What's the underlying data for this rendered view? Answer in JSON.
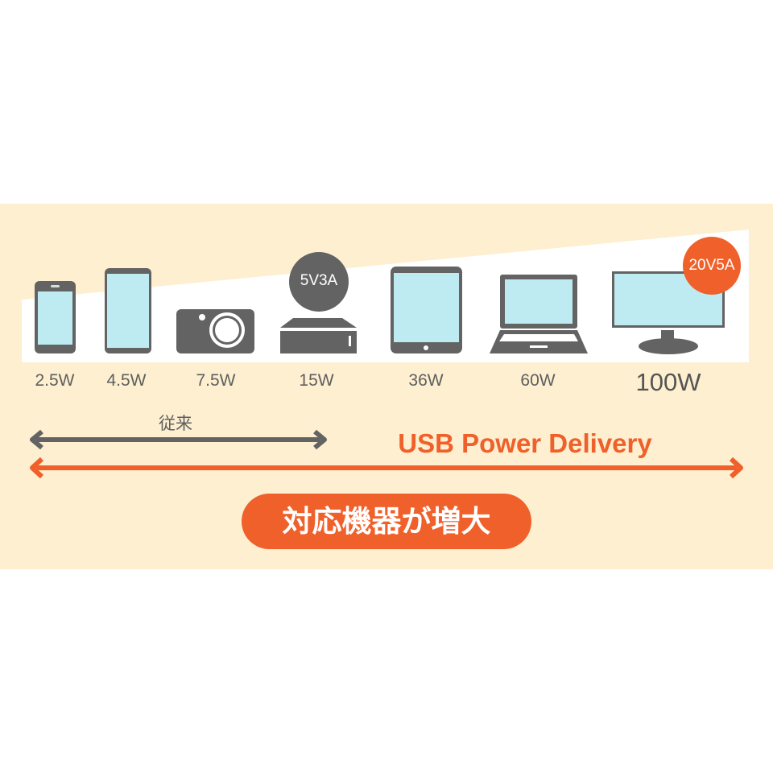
{
  "devices": [
    {
      "name": "smartphone-small",
      "watt": "2.5W"
    },
    {
      "name": "smartphone-large",
      "watt": "4.5W"
    },
    {
      "name": "camera",
      "watt": "7.5W"
    },
    {
      "name": "dock",
      "watt": "15W",
      "badge": "5V3A"
    },
    {
      "name": "tablet",
      "watt": "36W"
    },
    {
      "name": "laptop",
      "watt": "60W"
    },
    {
      "name": "monitor",
      "watt": "100W",
      "badge": "20V5A"
    }
  ],
  "conventional_label": "従来",
  "usb_pd_label": "USB Power Delivery",
  "result_label": "対応機器が増大",
  "colors": {
    "orange": "#f0602a",
    "gray": "#636363",
    "screen": "#bdebf1",
    "panel": "#fdefcf"
  }
}
